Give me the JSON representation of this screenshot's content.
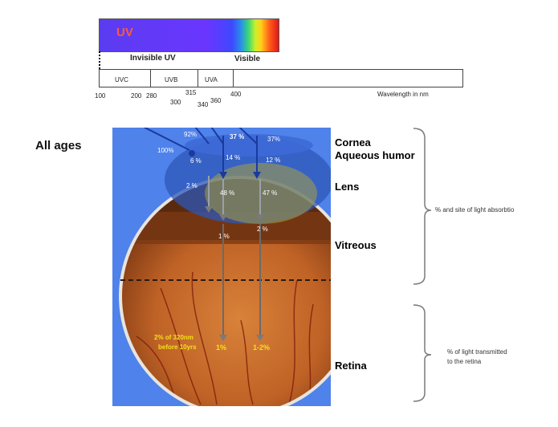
{
  "spectrum": {
    "uv_label": "UV",
    "invisible_label": "Invisible UV",
    "visible_label": "Visible",
    "bands": [
      "UVC",
      "UVB",
      "UVA"
    ],
    "ticks_low": [
      "100",
      "200",
      "280"
    ],
    "ticks_mid": [
      "300",
      "315",
      "340",
      "360",
      "400"
    ],
    "axis_label": "Wavelength in nm"
  },
  "left_label": "All ages",
  "eye": {
    "percents": {
      "p100": "100%",
      "p92": "92%",
      "p37a": "37 %",
      "p37b": "37%",
      "p6": "6 %",
      "p14": "14 %",
      "p12": "12 %",
      "p2a": "2 %",
      "p48": "48 %",
      "p47": "47 %",
      "p1": "1 %",
      "p2b": "2 %"
    },
    "bottom": {
      "line1": "2% of 320nm",
      "line2": "before 10yrs",
      "r1": "1%",
      "r2": "1-2%"
    }
  },
  "structures": {
    "cornea": "Cornea",
    "aqueous": "Aqueous humor",
    "lens": "Lens",
    "vitreous": "Vitreous",
    "retina": "Retina"
  },
  "brackets": {
    "absorption": "% and site of light absorbtio",
    "transmitted_l1": "% of light transmitted",
    "transmitted_l2": "to the retina"
  },
  "colors": {
    "uv_bar": "#6a3cff",
    "panel_bg": "#4f82ea",
    "eye_orange": "#c86a2a",
    "arrow_blue": "#1a3aa0",
    "yellow_text": "#f2e21a"
  }
}
